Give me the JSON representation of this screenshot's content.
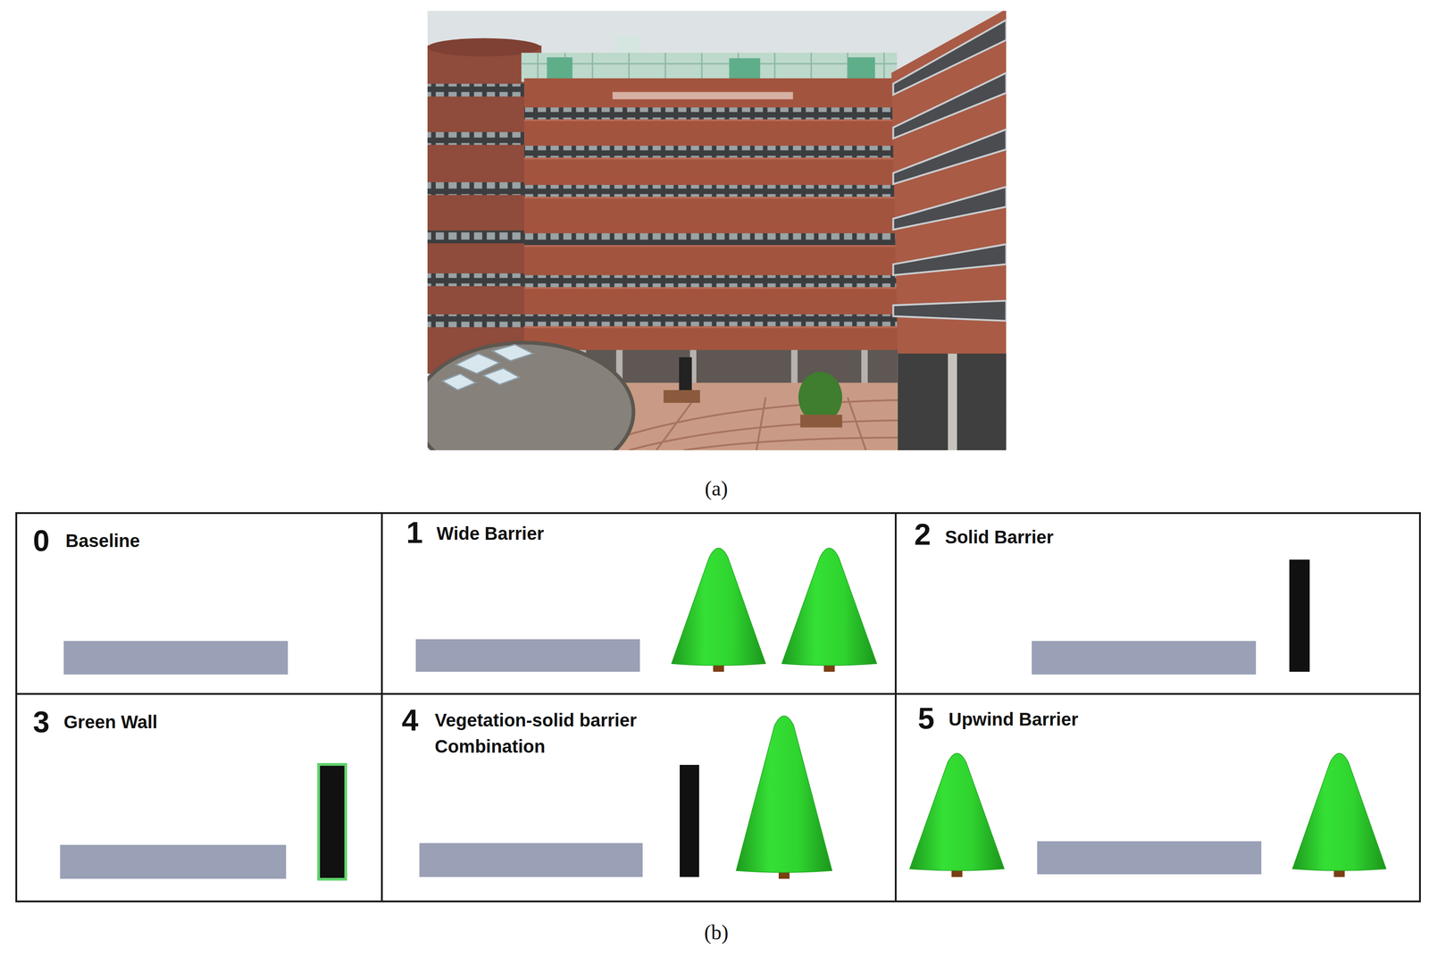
{
  "diagram": {
    "nodes": [
      {
        "text": [
          "0",
          "Baseline"
        ]
      },
      {
        "text": [
          "1",
          "Wide Barrier"
        ]
      },
      {
        "text": [
          "2",
          "Solid Barrier"
        ]
      },
      {
        "text": [
          "3",
          "Green Wall"
        ]
      },
      {
        "text": [
          "4",
          "Vegetation-solid barrier Combination"
        ]
      },
      {
        "text": [
          "5",
          "Upwind Barrier"
        ]
      }
    ],
    "labels": [
      "(a)",
      "(b)"
    ]
  }
}
